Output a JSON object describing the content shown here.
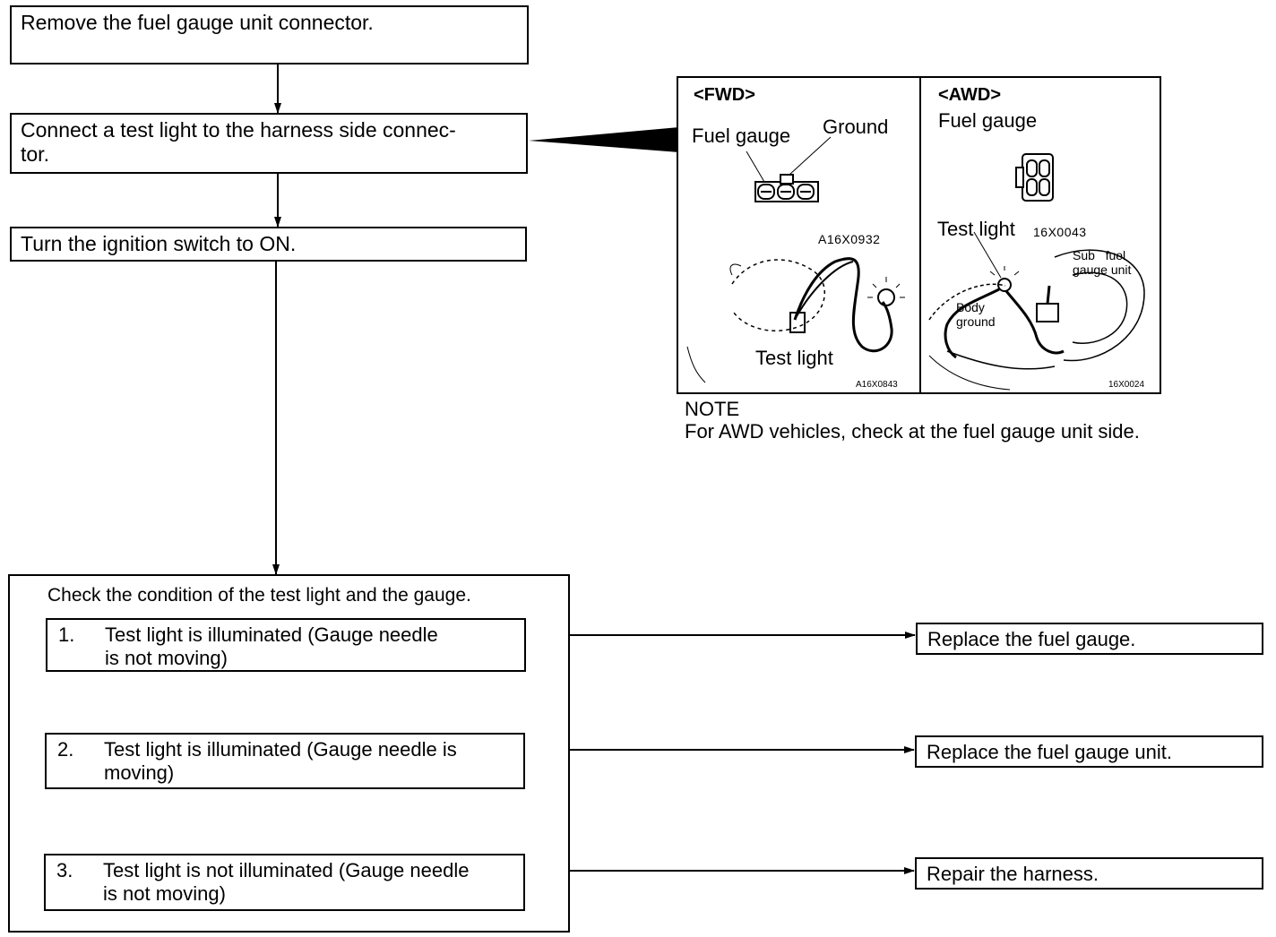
{
  "steps": {
    "remove": "Remove the fuel gauge unit connector.",
    "connect": "Connect a test light to the harness side connec-\ntor.",
    "ignition": "Turn the ignition switch to ON.",
    "check": "Check the condition of the test light and the gauge."
  },
  "options": [
    {
      "num": "1.",
      "text": "Test light is illuminated (Gauge needle\nis not moving)",
      "result": "Replace the fuel gauge."
    },
    {
      "num": "2.",
      "text": "Test light is illuminated (Gauge needle is\nmoving)",
      "result": "Replace the fuel gauge unit."
    },
    {
      "num": "3.",
      "text": "Test light is not illuminated (Gauge needle\nis not moving)",
      "result": "Repair the harness."
    }
  ],
  "figure": {
    "fwd": {
      "heading": "<FWD>",
      "fuel_gauge": "Fuel gauge",
      "ground": "Ground",
      "code_top": "A16X0932",
      "test_light": "Test light",
      "code_bottom": "A16X0843"
    },
    "awd": {
      "heading": "<AWD>",
      "fuel_gauge": "Fuel gauge",
      "test_light": "Test light",
      "code_top": "16X0043",
      "sub_fuel_gauge_unit": "Sub   fuel\ngauge unit",
      "body_ground": "Body\nground",
      "code_bottom": "16X0024"
    }
  },
  "note": {
    "title": "NOTE",
    "text": "For AWD vehicles, check at the fuel gauge unit side."
  }
}
